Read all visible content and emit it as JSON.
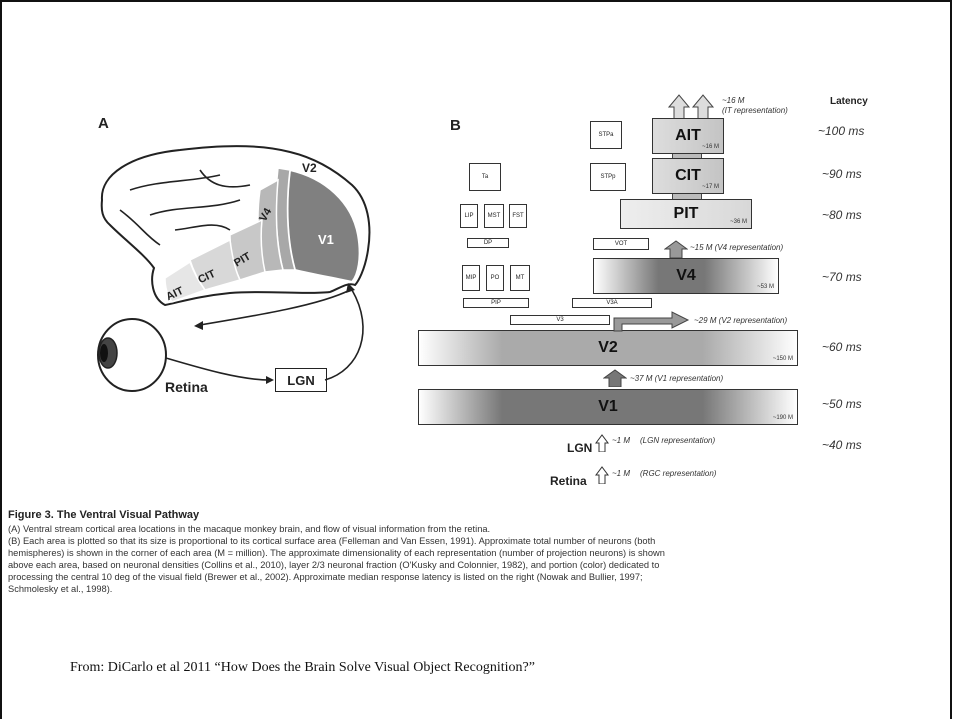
{
  "panel_a": {
    "label": "A",
    "brain_labels": [
      "V2",
      "V1",
      "V4",
      "PIT",
      "CIT",
      "AIT"
    ],
    "retina": "Retina",
    "lgn": "LGN"
  },
  "panel_b": {
    "label": "B",
    "latency_header": "Latency",
    "latencies": [
      "~100 ms",
      "~90 ms",
      "~80 ms",
      "~70 ms",
      "~60 ms",
      "~50 ms",
      "~40 ms"
    ],
    "areas": {
      "ait": {
        "name": "AIT",
        "neurons": "~16 M"
      },
      "cit": {
        "name": "CIT",
        "neurons": "~17 M"
      },
      "pit": {
        "name": "PIT",
        "neurons": "~36 M"
      },
      "v4": {
        "name": "V4",
        "neurons": "~53 M"
      },
      "v2": {
        "name": "V2",
        "neurons": "~150 M"
      },
      "v1": {
        "name": "V1",
        "neurons": "~190 M"
      }
    },
    "small_boxes": {
      "ta": "Ta",
      "lip": "LIP",
      "mst": "MST",
      "fst": "FST",
      "dp": "DP",
      "mip": "MIP",
      "po": "PO",
      "mt": "MT",
      "pip": "PIP",
      "vot": "VOT",
      "v3a": "V3A",
      "v3": "V3",
      "stpa": "STPa",
      "stpp": "STPp"
    },
    "annotations": {
      "it": "~16 M",
      "it_sub": "(IT representation)",
      "v4": "~15 M  (V4 representation)",
      "v2": "~29 M  (V2 representation)",
      "v1": "~37 M  (V1 representation)",
      "lgn_value": "~1 M",
      "lgn_desc": "(LGN representation)",
      "rgc_value": "~1 M",
      "rgc_desc": "(RGC representation)"
    },
    "lgn_label": "LGN",
    "retina_label": "Retina"
  },
  "caption": {
    "title": "Figure 3.  The Ventral Visual Pathway",
    "lines": [
      "(A) Ventral stream cortical area locations in the macaque monkey brain, and flow of visual information from the retina.",
      "(B) Each area is plotted so that its size is proportional to its cortical surface area (Felleman and Van Essen, 1991). Approximate total number of neurons (both",
      "hemispheres) is shown in the corner of each area (M = million). The approximate dimensionality of each representation (number of projection neurons) is shown",
      "above each area, based on neuronal densities (Collins et al., 2010), layer 2/3 neuronal fraction (O'Kusky and Colonnier, 1982), and portion (color) dedicated to",
      "processing the central 10 deg of the visual field (Brewer et al., 2002). Approximate median response latency is listed on the right (Nowak and Bullier, 1997;",
      "Schmolesky et al., 1998)."
    ]
  },
  "source": "From: DiCarlo et al 2011 “How Does the Brain Solve Visual Object Recognition?”"
}
